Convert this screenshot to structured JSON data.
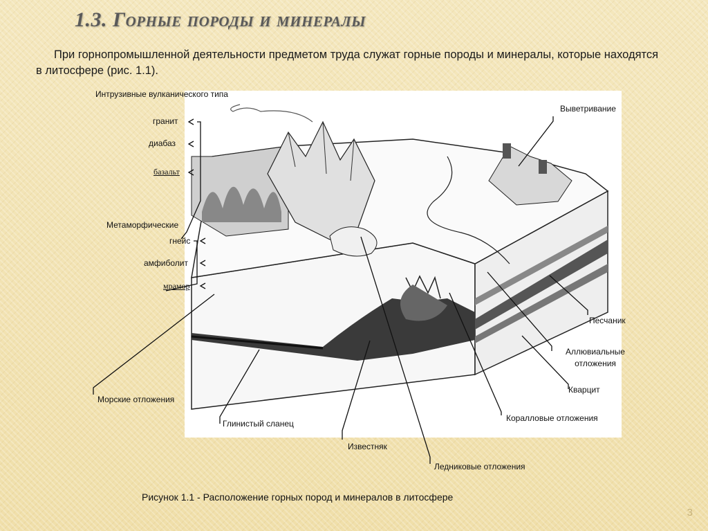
{
  "title": "1.3. Горные породы и минералы",
  "intro_text": "При горнопромышленной деятельности предметом труда служат горные породы и минералы, которые находятся в литосфере (рис. 1.1).",
  "figure": {
    "labels": {
      "intrusive": "Интрузивные вулканического типа",
      "granite": "гранит",
      "diabase": "диабаз",
      "basalt": "базальт",
      "metamorphic": "Метаморфические",
      "gneiss": "гнейс",
      "amphibolite": "амфиболит",
      "marble": "мрамор",
      "weathering": "Выветривание",
      "sandstone": "Песчаник",
      "alluvial": "Аллювиальные отложения",
      "quartzite": "Кварцит",
      "coral": "Коралловые отложения",
      "marine": "Морские отложения",
      "shale": "Глинистый сланец",
      "limestone": "Известняк",
      "glacial": "Ледниковые отложения"
    }
  },
  "caption": "Рисунок 1.1 - Расположение горных пород и минералов в литосфере",
  "page_number": "3"
}
